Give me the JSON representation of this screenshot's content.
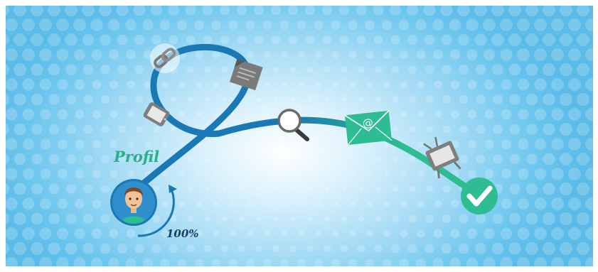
{
  "profile": {
    "label": "Profil"
  },
  "progress": {
    "label": "100%",
    "value": 1.0
  },
  "colors": {
    "path_blue": "#1a78b4",
    "path_green": "#2ebc91",
    "label_green": "#2ab08a",
    "label_navy": "#1a3e6b",
    "dot": "#ffffff"
  },
  "icons": [
    "link-icon",
    "document-icon",
    "phone-icon",
    "search-icon",
    "email-icon",
    "tv-icon",
    "checkmark-icon",
    "avatar"
  ]
}
